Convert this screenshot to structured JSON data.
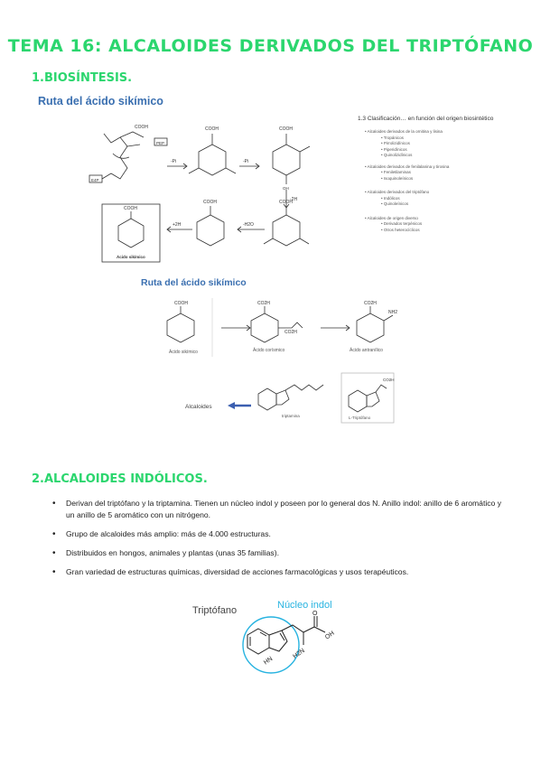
{
  "title": "TEMA 16: ALCALOIDES DERIVADOS DEL TRIPTÓFANO",
  "section1": {
    "heading": "1.BIOSÍNTESIS.",
    "subtitle_top": "Ruta del ácido sikímico",
    "subtitle_mid": "Ruta del ácido sikímico",
    "classification": {
      "title": "1.3 Clasificación… en función del origen biosintético",
      "groups": [
        {
          "label": "Alcaloides derivados de la ornitina y lisina",
          "items": [
            "Tropánicos",
            "Pirrolizidínicos",
            "Piperidínicos",
            "Quinolizidínicos"
          ]
        },
        {
          "label": "Alcaloides derivados de fenilalanina y tirosina",
          "items": [
            "Feniletilaminas",
            "Isoquinoleínicos"
          ]
        },
        {
          "label": "Alcaloides derivados del triptófano",
          "items": [
            "Indólicos",
            "Quinoleínicos"
          ]
        },
        {
          "label": "Alcaloides de origen diverso",
          "items": [
            "Derivados terpénicos",
            "Otros heterocíclicos"
          ]
        }
      ]
    },
    "scheme_top": {
      "pep": "PEP",
      "e4p": "E4P",
      "cooh": "COOH",
      "pi": "-Pi",
      "minus2h": "-2H",
      "minus_h2o": "-H2O",
      "plus2h": "+2H",
      "oh": "OH",
      "product": "Ácido sikímico"
    },
    "scheme_mid": {
      "shikimic": "Ácido sikímico",
      "chorismic": "Ácido corísmico",
      "anthranilic": "Ácido antranílico",
      "co2h": "CO2H",
      "nh2": "NH2",
      "alkaloids": "Alcaloides",
      "tryptamine": "triptamina",
      "tryptophan": "L-Triptófano"
    }
  },
  "section2": {
    "heading": "2.ALCALOIDES INDÓLICOS.",
    "bullets": [
      "Derivan del triptófano y la triptamina. Tienen un núcleo indol y poseen por lo general dos N. Anillo indol: anillo de 6 aromático y un anillo de 5 aromático con un nitrógeno.",
      "Grupo de alcaloides más amplio: más de 4.000 estructuras.",
      "Distribuidos en hongos, animales y plantas (unas 35 familias).",
      "Gran variedad de estructuras químicas, diversidad de acciones farmacológicas y usos terapéuticos."
    ],
    "figure": {
      "label_trp": "Triptófano",
      "label_indol": "Núcleo indol",
      "hn": "HN",
      "h2n": "H2N",
      "oh": "OH",
      "o": "O"
    }
  },
  "colors": {
    "heading": "#2bd66e",
    "subtitle": "#3a6fb0",
    "indol": "#27b3e0",
    "arrow_blue": "#3b5fb0"
  }
}
